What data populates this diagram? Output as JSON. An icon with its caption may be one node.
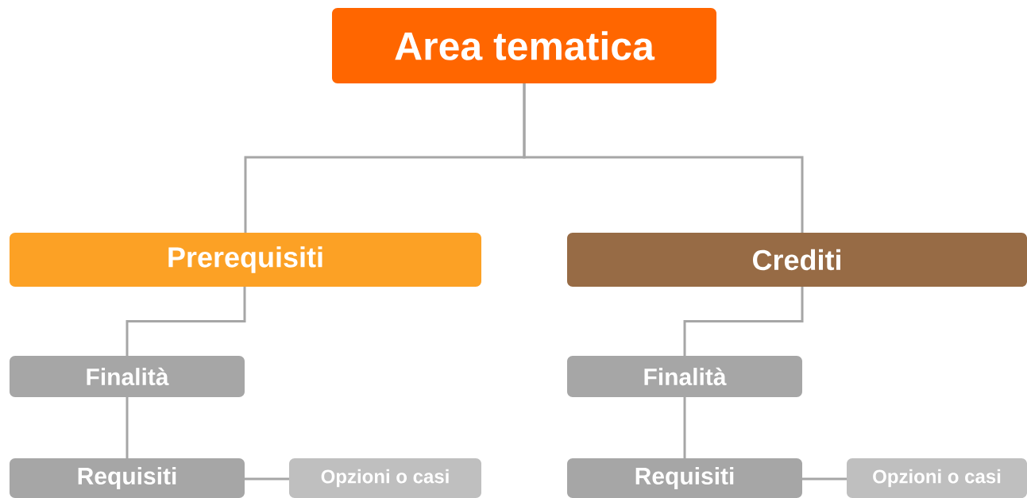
{
  "diagram": {
    "nodes": [
      {
        "text": [
          "Area tematica"
        ]
      },
      {
        "text": [
          "Prerequisiti"
        ]
      },
      {
        "text": [
          "Crediti"
        ]
      },
      {
        "text": [
          "Finalità"
        ]
      },
      {
        "text": [
          "Requisiti"
        ]
      },
      {
        "text": [
          "Opzioni o casi"
        ]
      },
      {
        "text": [
          "Finalità"
        ]
      },
      {
        "text": [
          "Requisiti"
        ]
      },
      {
        "text": [
          "Opzioni o casi"
        ]
      }
    ],
    "edges": [
      {
        "from": 0,
        "to": 1,
        "arrow": "none"
      },
      {
        "from": 0,
        "to": 2,
        "arrow": "none"
      },
      {
        "from": 1,
        "to": 3,
        "arrow": "none"
      },
      {
        "from": 3,
        "to": 4,
        "arrow": "none"
      },
      {
        "from": 4,
        "to": 5,
        "arrow": "none"
      },
      {
        "from": 2,
        "to": 6,
        "arrow": "none"
      },
      {
        "from": 6,
        "to": 7,
        "arrow": "none"
      },
      {
        "from": 7,
        "to": 8,
        "arrow": "none"
      }
    ]
  }
}
